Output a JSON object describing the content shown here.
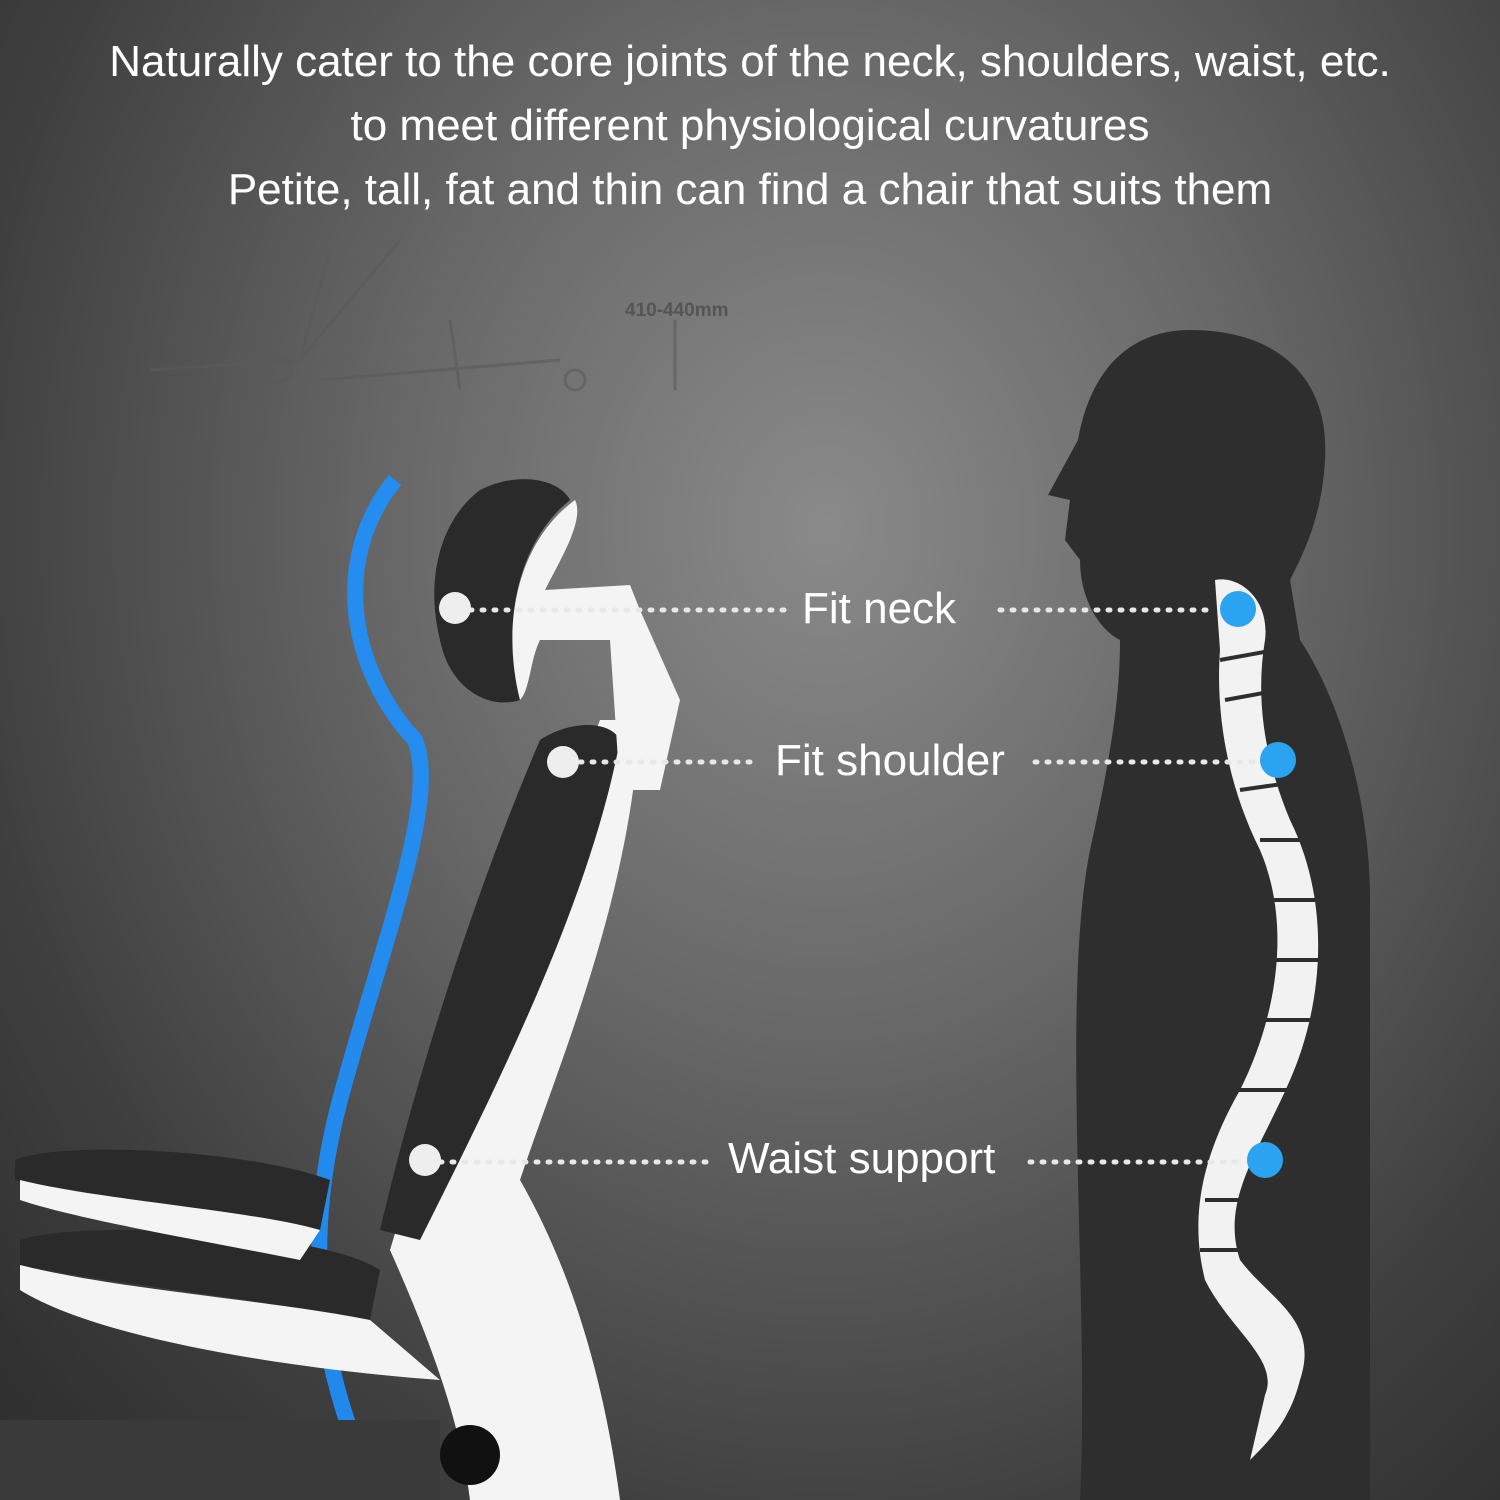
{
  "headline": {
    "line1": "Naturally cater to the core joints of the neck, shoulders, waist, etc.",
    "line2": "to meet different physiological curvatures",
    "line3": "Petite, tall, fat and thin can find a chair that suits them"
  },
  "background_dimension": "410-440mm",
  "callouts": {
    "neck": "Fit neck",
    "shoulder": "Fit shoulder",
    "waist": "Waist support"
  },
  "colors": {
    "accent_blue": "#1e90ff",
    "dot_blue": "#2aa3f0"
  }
}
